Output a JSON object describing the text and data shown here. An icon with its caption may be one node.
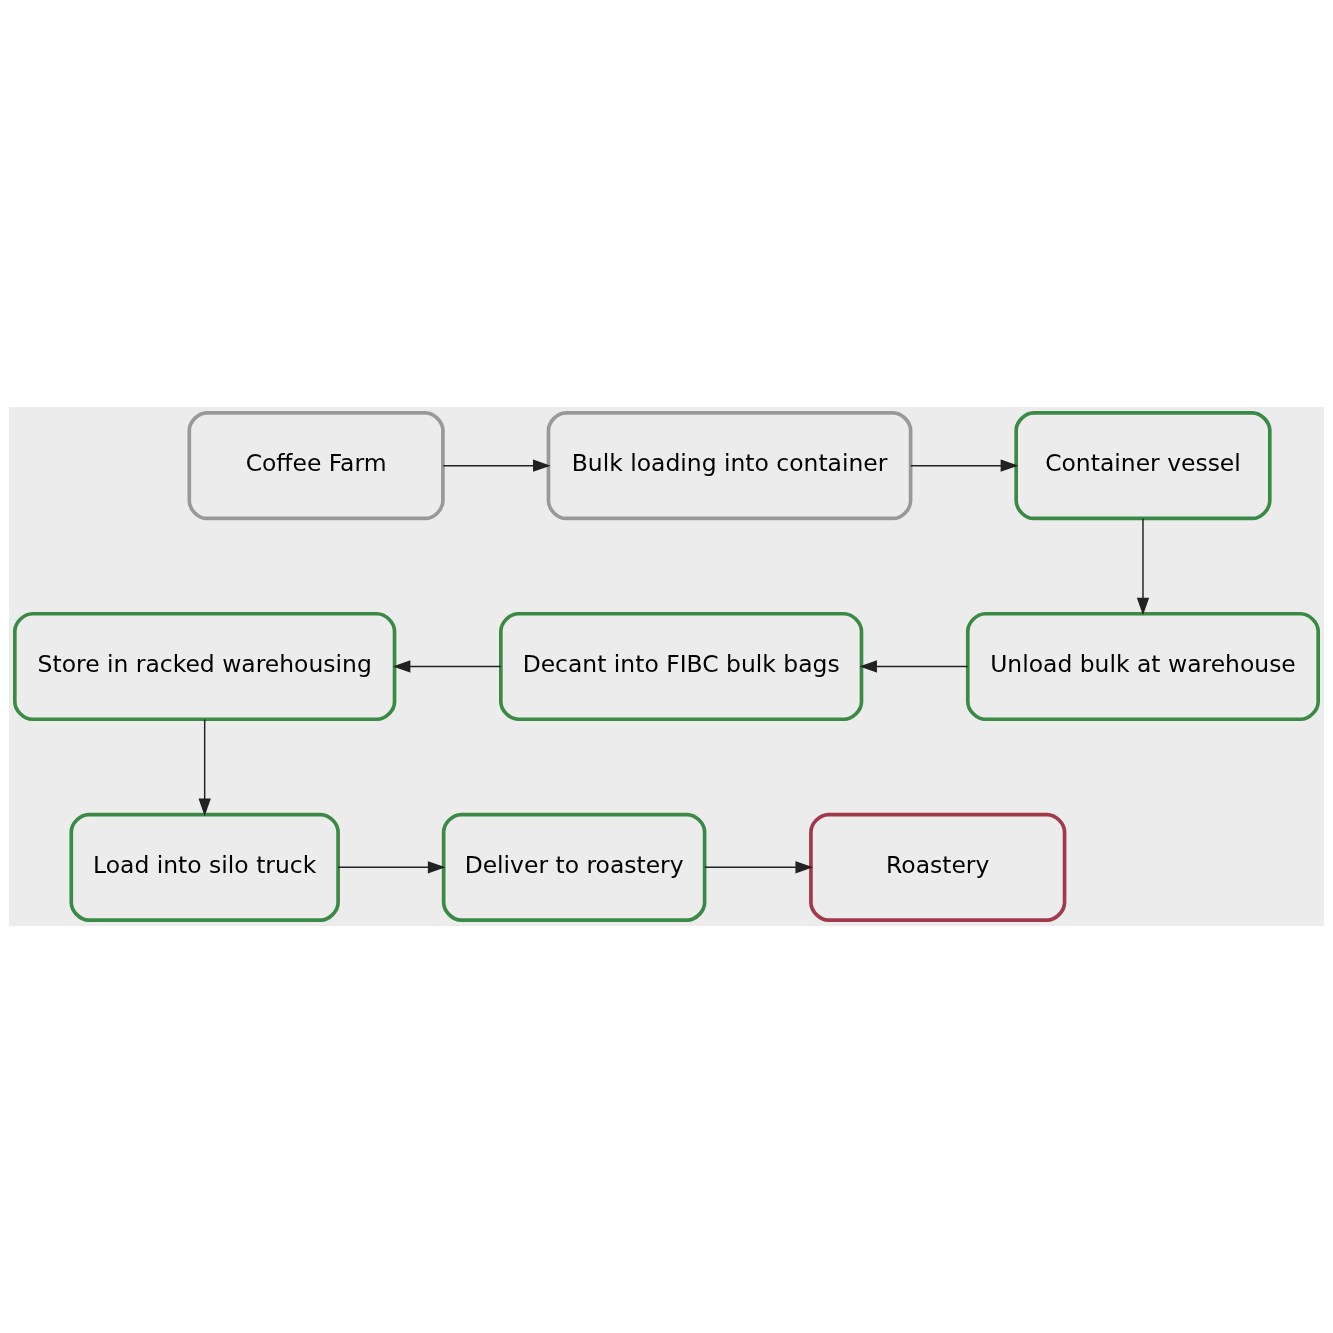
{
  "diagram": {
    "nodes": [
      {
        "text": [
          "Coffee Farm"
        ]
      },
      {
        "text": [
          "Bulk loading into container"
        ]
      },
      {
        "text": [
          "Container vessel"
        ]
      },
      {
        "text": [
          "Unload bulk at warehouse"
        ]
      },
      {
        "text": [
          "Decant into FIBC bulk bags"
        ]
      },
      {
        "text": [
          "Store in racked warehousing"
        ]
      },
      {
        "text": [
          "Load into silo truck"
        ]
      },
      {
        "text": [
          "Deliver to roastery"
        ]
      },
      {
        "text": [
          "Roastery"
        ]
      }
    ],
    "edges": [
      {
        "from": 0,
        "to": 1,
        "arrow": "to"
      },
      {
        "from": 1,
        "to": 2,
        "arrow": "to"
      },
      {
        "from": 2,
        "to": 3,
        "arrow": "to"
      },
      {
        "from": 3,
        "to": 4,
        "arrow": "to"
      },
      {
        "from": 4,
        "to": 5,
        "arrow": "to"
      },
      {
        "from": 5,
        "to": 6,
        "arrow": "to"
      },
      {
        "from": 6,
        "to": 7,
        "arrow": "to"
      },
      {
        "from": 7,
        "to": 8,
        "arrow": "to"
      }
    ]
  }
}
